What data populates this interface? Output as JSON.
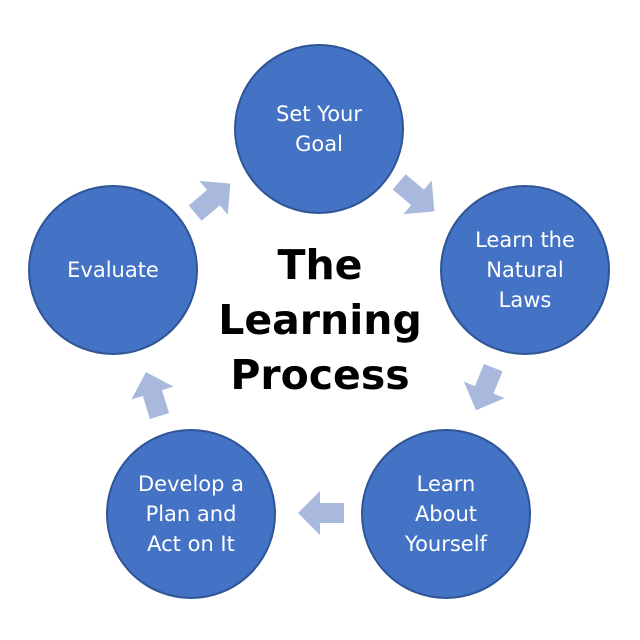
{
  "title": "The\nLearning\nProcess",
  "colors": {
    "node_fill": "#4472c4",
    "node_border": "#2f5597",
    "arrow_fill": "#a9b8dd",
    "node_text": "#ffffff",
    "title_text": "#000000"
  },
  "nodes": [
    {
      "id": "set-goal",
      "label": "Set Your\nGoal"
    },
    {
      "id": "learn-laws",
      "label": "Learn the\nNatural\nLaws"
    },
    {
      "id": "learn-yourself",
      "label": "Learn\nAbout\nYourself"
    },
    {
      "id": "develop-plan",
      "label": "Develop a\nPlan and\nAct on It"
    },
    {
      "id": "evaluate",
      "label": "Evaluate"
    }
  ],
  "arrows": [
    {
      "from": "set-goal",
      "to": "learn-laws",
      "icon": "arrow-right-icon"
    },
    {
      "from": "learn-laws",
      "to": "learn-yourself",
      "icon": "arrow-down-icon"
    },
    {
      "from": "learn-yourself",
      "to": "develop-plan",
      "icon": "arrow-left-icon"
    },
    {
      "from": "develop-plan",
      "to": "evaluate",
      "icon": "arrow-up-icon"
    },
    {
      "from": "evaluate",
      "to": "set-goal",
      "icon": "arrow-up-right-icon"
    }
  ]
}
